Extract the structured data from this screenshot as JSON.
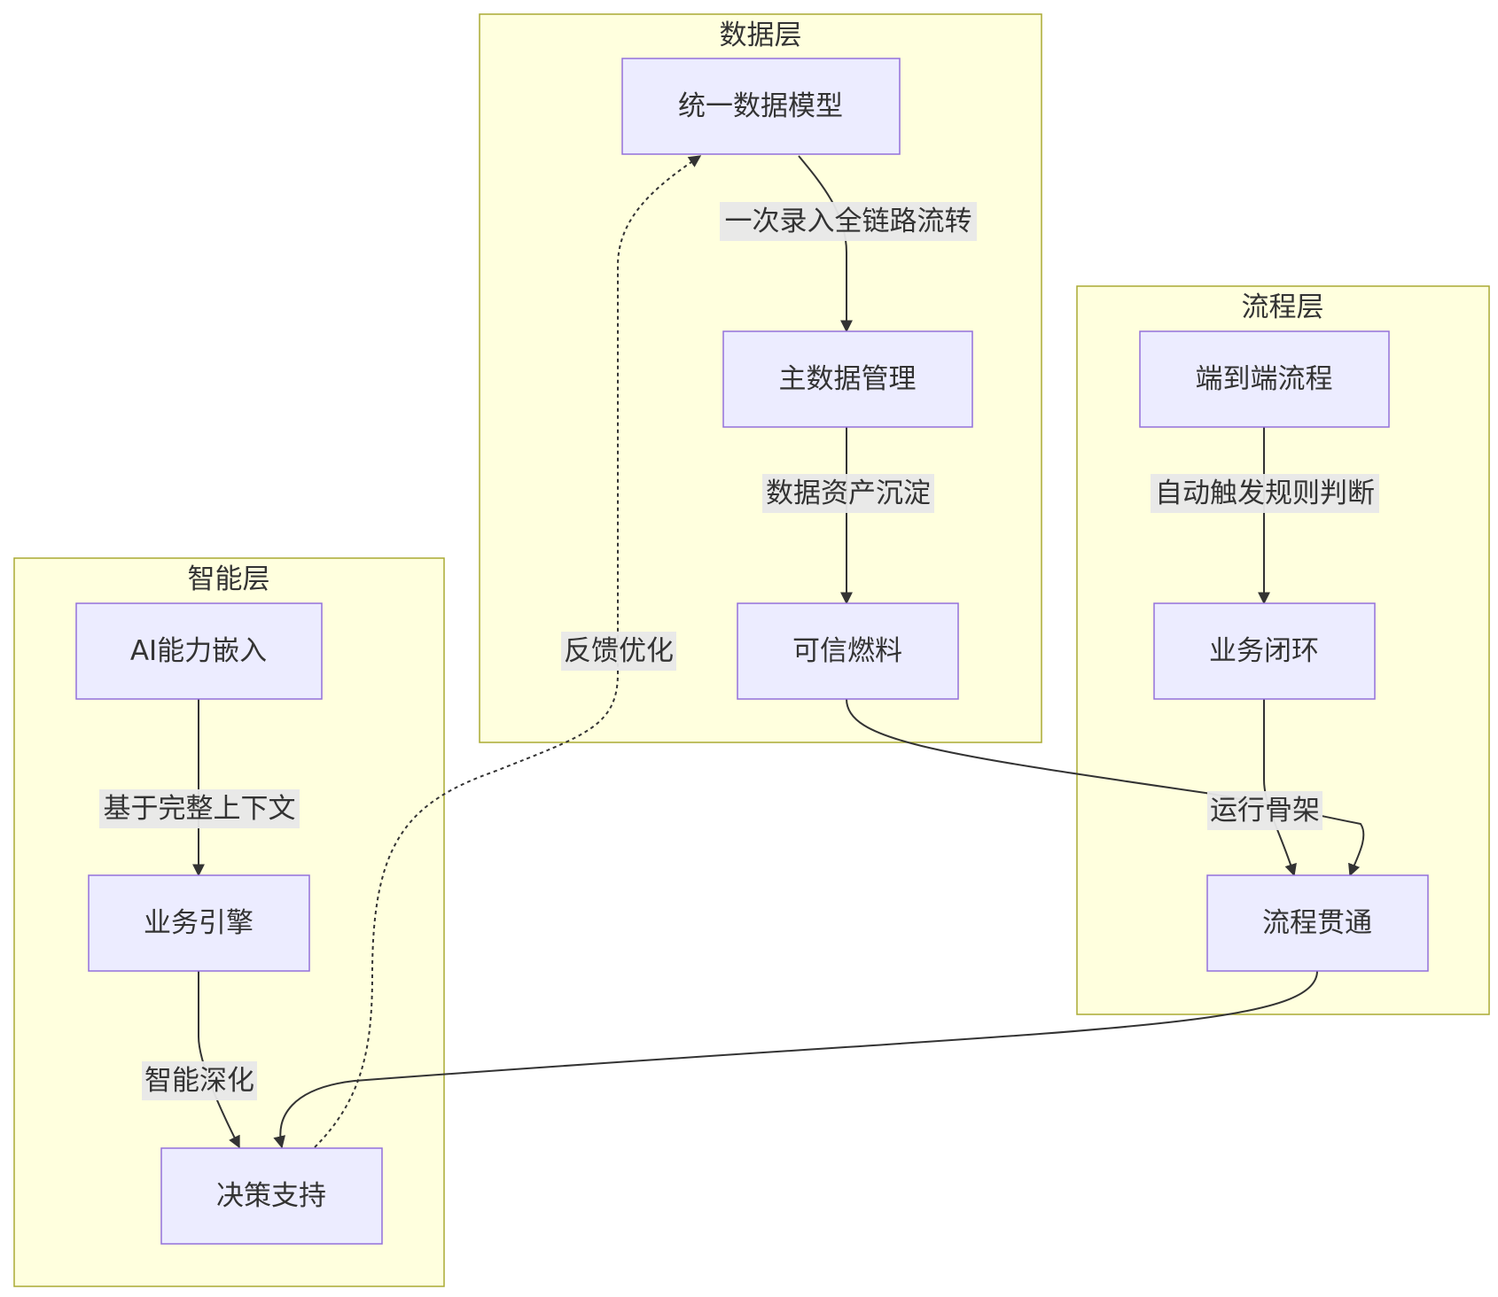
{
  "clusters": {
    "data_layer": {
      "title": "数据层"
    },
    "process_layer": {
      "title": "流程层"
    },
    "intelligence_layer": {
      "title": "智能层"
    }
  },
  "nodes": {
    "unified_data_model": "统一数据模型",
    "master_data_mgmt": "主数据管理",
    "trusted_fuel": "可信燃料",
    "end_to_end_process": "端到端流程",
    "business_loop": "业务闭环",
    "process_integration": "流程贯通",
    "ai_embedding": "AI能力嵌入",
    "business_engine": "业务引擎",
    "decision_support": "决策支持"
  },
  "edge_labels": {
    "model_to_master": "一次录入全链路流转",
    "master_to_fuel": "数据资产沉淀",
    "e2e_to_loop": "自动触发规则判断",
    "to_integration": "运行骨架",
    "ai_to_engine": "基于完整上下文",
    "engine_to_decision": "智能深化",
    "feedback": "反馈优化"
  },
  "colors": {
    "cluster_fill": "#ffffde",
    "cluster_stroke": "#aaaa33",
    "node_fill": "#ececff",
    "node_stroke": "#9370db",
    "edge": "#333333",
    "label_bg": "#e8e8e8"
  }
}
